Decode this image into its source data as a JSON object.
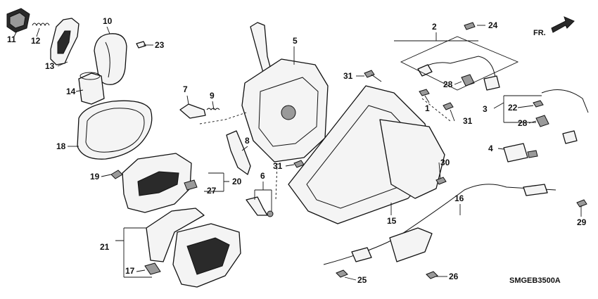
{
  "diagram": {
    "code": "SMGEB3500A",
    "direction_label": "FR.",
    "callouts": [
      "11",
      "12",
      "10",
      "23",
      "13",
      "14",
      "18",
      "19",
      "20",
      "27",
      "21",
      "17",
      "5",
      "7",
      "9",
      "8",
      "6",
      "31",
      "31",
      "2",
      "24",
      "28",
      "1",
      "3",
      "22",
      "28",
      "31",
      "4",
      "30",
      "15",
      "16",
      "29",
      "25",
      "26"
    ]
  }
}
